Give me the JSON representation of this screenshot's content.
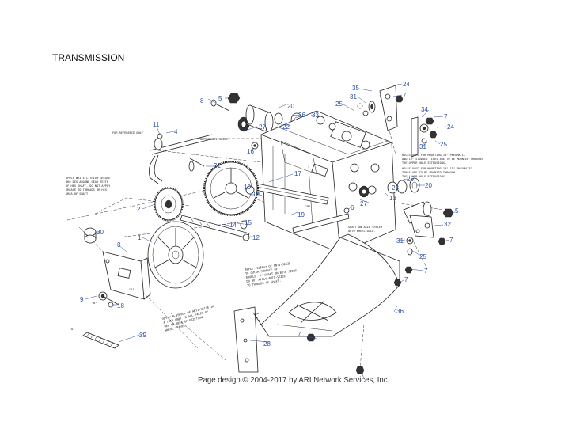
{
  "page": {
    "title": "TRANSMISSION",
    "footer": "Page design © 2004-2017 by ARI Network Services, Inc."
  },
  "notes": {
    "for_reference": "FOR REFERENCE ONLY",
    "anti_seize": "APPLY ANTI-SEIZE",
    "grease": [
      "APPLY WHITE LITHIUM GREASE",
      "360 DEG AROUND GEAR TEETH",
      "OF HEX SHAFT. DO NOT APPLY",
      "GREASE TO THREADS OR HEX",
      "AREA OF SHAFT."
    ],
    "holes_20": [
      "HOLES USED FOR MOUNTING 13\" PNEUMATIC",
      "AND 16\" STUDDED TIRES ARE TO BE MOUNTED THROUGH",
      "THE UPPER HOLE EXTRUSIONS."
    ],
    "holes_15": [
      "HOLES USED FOR MOUNTING 13\"-15\" PNEUMATIC",
      "TIRES ARE TO BE MOUNTED THROUGH",
      "THE LOWER HOLE EXTRUSIONS."
    ],
    "axle_spacer": [
      "SHAFT ON AXLE SPACER",
      "ONTO WHEEL AXLE."
    ],
    "outer_surface": [
      "APPLY .0250oz OF ANTI-SEIZE",
      "TO OUTER SURFACE OF",
      "DOUBLE \"D\" SHAFT ON BOTH SIDES.",
      "DO NOT APPLY ANTI-SEIZE",
      "TO THREADS OF SHAFT."
    ],
    "hex_area": [
      "APPLY 0.0560oz OF ANTI-SEIZE IN",
      "A THIN COAT TO ALL FACES OF",
      "HEX IN AREA OF FRICTION",
      "WHEEL TRAVEL."
    ],
    "label_a": "\"A\"",
    "label_b": "\"B\""
  },
  "callouts": {
    "c1": "1",
    "c2": "2",
    "c3": "3",
    "c4": "4",
    "c5a": "5",
    "c5b": "5",
    "c6": "6",
    "c7a": "7",
    "c7b": "7",
    "c7c": "7",
    "c7d": "7",
    "c7e": "7",
    "c7f": "7",
    "c8": "8",
    "c9": "9",
    "c10": "10",
    "c11": "11",
    "c12": "12",
    "c13": "13",
    "c14": "14",
    "c15": "15",
    "c16": "16",
    "c17": "17",
    "c18": "18",
    "c19a": "19",
    "c19b": "19",
    "c20a": "20",
    "c20b": "20",
    "c21": "21",
    "c22": "22",
    "c23": "23",
    "c24a": "24",
    "c24b": "24",
    "c25a": "25",
    "c25b": "25",
    "c25c": "25",
    "c26a": "26",
    "c26b": "26",
    "c27a": "27",
    "c27b": "27",
    "c28": "28",
    "c29": "29",
    "c30": "30",
    "c31a": "31",
    "c31b": "31",
    "c31c": "31",
    "c32": "32",
    "c33": "33",
    "c34": "34",
    "c35": "35",
    "c36": "36"
  }
}
